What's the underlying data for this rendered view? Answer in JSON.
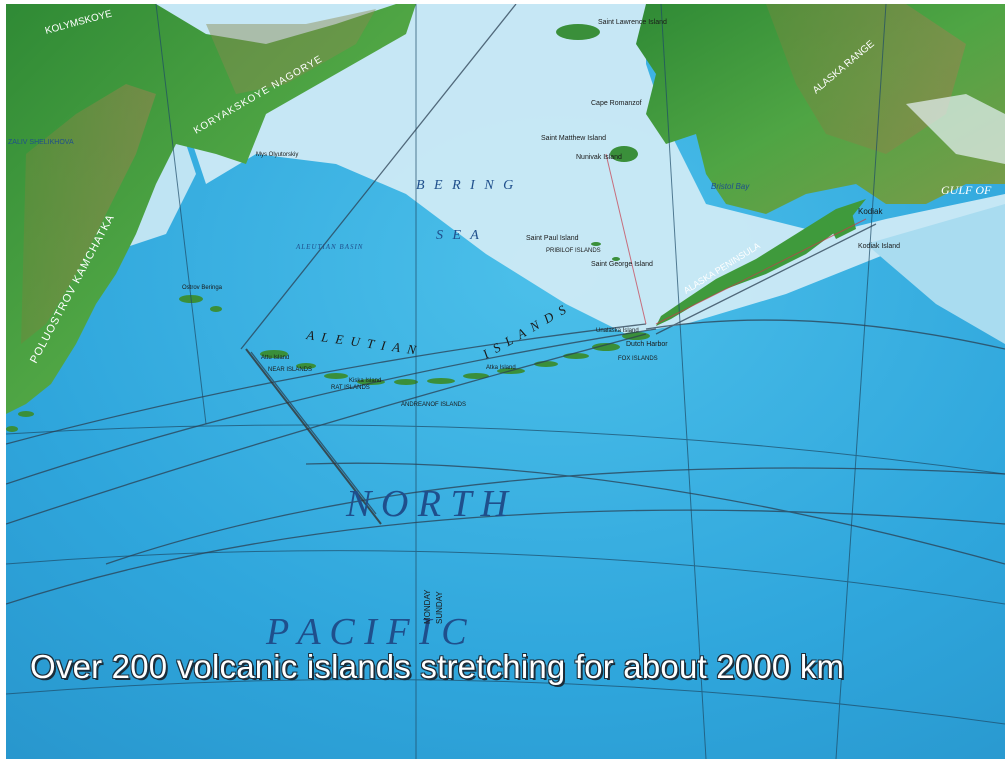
{
  "map": {
    "colors": {
      "deep_ocean": "#2fa6dc",
      "shelf_water": "#c9e9f5",
      "land_green": "#3f9a3c",
      "land_relief": "#8a7a4a",
      "grid_line": "#1d4a66"
    },
    "sea_labels": {
      "bering": "B E R I N G",
      "sea": "S E A",
      "north": "N   O   R   T   H",
      "pacific": "P   A   C   I   F   I   C",
      "aleutian": "A L E U T I A N",
      "islands": "I S L A N D S",
      "gulf_of": "GULF OF"
    },
    "land_labels": {
      "kamchatka": "POLUOSTROV KAMCHATKA",
      "koryakskoye": "KORYAKSKOYE NAGORYE",
      "kolymskoye": "KOLYMSKOYE",
      "alaska_range": "ALASKA RANGE",
      "alaska_peninsula": "ALASKA PENINSULA",
      "kodiak": "Kodiak",
      "kodiak_island": "Kodiak Island",
      "bristol_bay": "Bristol Bay",
      "saint_lawrence": "Saint Lawrence Island",
      "saint_matthew": "Saint Matthew Island",
      "saint_paul": "Saint Paul Island",
      "saint_george": "Saint George Island",
      "pribilof": "PRIBILOF ISLANDS",
      "unalaska": "Unalaska Island",
      "dutch_harbor": "Dutch Harbor",
      "fox_islands": "FOX ISLANDS",
      "near_islands": "NEAR ISLANDS",
      "rat_islands": "RAT ISLANDS",
      "andreanof": "ANDREANOF ISLANDS",
      "attu": "Attu Island",
      "kiska": "Kiska Island",
      "atka": "Atka Island",
      "ostrov_beringa": "Ostrov Beringa",
      "mys_olyutorskiy": "Mys Olyutorskiy",
      "aleutian_basin": "ALEUTIAN BASIN",
      "cape_romanzof": "Cape Romanzof",
      "nunivak": "Nunivak Island",
      "zaliv_shelikhova": "ZALIV SHELIKHOVA",
      "monday": "MONDAY",
      "sunday": "SUNDAY"
    },
    "caption": "Over 200 volcanic islands stretching for about 2000 km"
  }
}
